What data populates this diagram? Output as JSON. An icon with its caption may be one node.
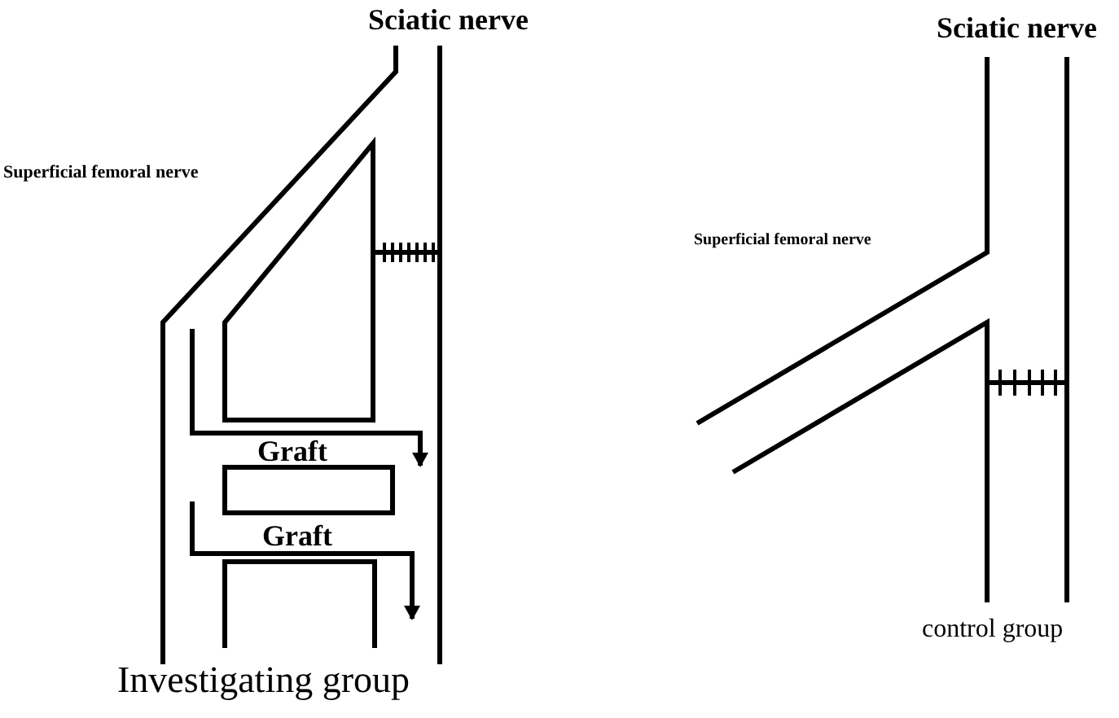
{
  "diagram": {
    "labels": [
      "Sciatic nerve",
      "Superficial femoral nerve",
      "Graft",
      "Graft",
      "Investigating group",
      "Sciatic nerve",
      "Superficial femoral nerve",
      "control group"
    ]
  }
}
